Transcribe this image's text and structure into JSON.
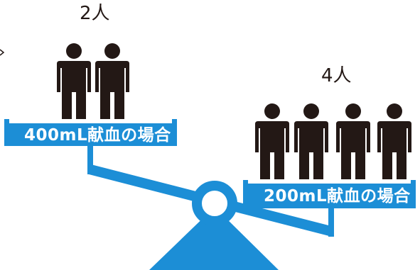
{
  "colors": {
    "scale_blue": "#1c8ed6",
    "figure_dark": "#231815",
    "background": "#ffffff",
    "label_text": "#ffffff"
  },
  "left_pan": {
    "count_label": "2人",
    "caption": "400mL献血の場合",
    "people_count": 2
  },
  "right_pan": {
    "count_label": "4人",
    "caption": "200mL献血の場合",
    "people_count": 4
  }
}
